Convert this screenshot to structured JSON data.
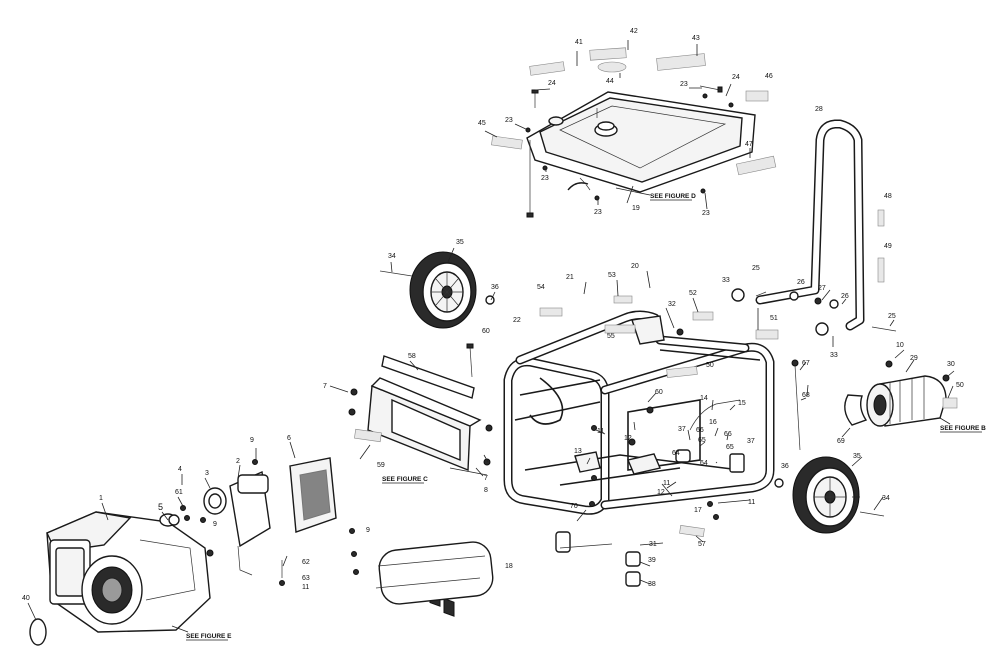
{
  "part_numbers": {
    "p1": "1",
    "p2": "2",
    "p3": "3",
    "p4": "4",
    "p5": "5",
    "p6": "6",
    "p7a": "7",
    "p7b": "7",
    "p8": "8",
    "p9a": "9",
    "p9b": "9",
    "p9c": "9",
    "p10": "10",
    "p11a": "11",
    "p11b": "11",
    "p11c": "11",
    "p11d": "11",
    "p12": "12",
    "p13": "13",
    "p14": "14",
    "p15": "15",
    "p16": "16",
    "p17": "17",
    "p18": "18",
    "p19": "19",
    "p20": "20",
    "p21": "21",
    "p22": "22",
    "p23a": "23",
    "p23b": "23",
    "p23c": "23",
    "p23d": "23",
    "p23e": "23",
    "p24a": "24",
    "p24b": "24",
    "p25a": "25",
    "p25b": "25",
    "p26a": "26",
    "p26b": "26",
    "p27": "27",
    "p28": "28",
    "p29": "29",
    "p30": "30",
    "p31": "31",
    "p32": "32",
    "p33a": "33",
    "p33b": "33",
    "p34a": "34",
    "p34b": "34",
    "p35a": "35",
    "p35b": "35",
    "p36a": "36",
    "p36b": "36",
    "p37a": "37",
    "p37b": "37",
    "p38": "38",
    "p39": "39",
    "p40": "40",
    "p41": "41",
    "p42": "42",
    "p43": "43",
    "p44": "44",
    "p45": "45",
    "p46": "46",
    "p47": "47",
    "p48": "48",
    "p49": "49",
    "p50a": "50",
    "p50b": "50",
    "p51": "51",
    "p52": "52",
    "p53": "53",
    "p54": "54",
    "p55": "55",
    "p57": "57",
    "p58": "58",
    "p59": "59",
    "p60a": "60",
    "p60b": "60",
    "p61": "61",
    "p62": "62",
    "p63": "63",
    "p64a": "64",
    "p64b": "64",
    "p65a": "65",
    "p65b": "65",
    "p66a": "66",
    "p66b": "66",
    "p67": "67",
    "p68": "68",
    "p69": "69",
    "p70": "70"
  },
  "figure_refs": {
    "fig_b": "SEE FIGURE B",
    "fig_c": "SEE FIGURE C",
    "fig_d": "SEE FIGURE D",
    "fig_e": "SEE FIGURE E"
  }
}
